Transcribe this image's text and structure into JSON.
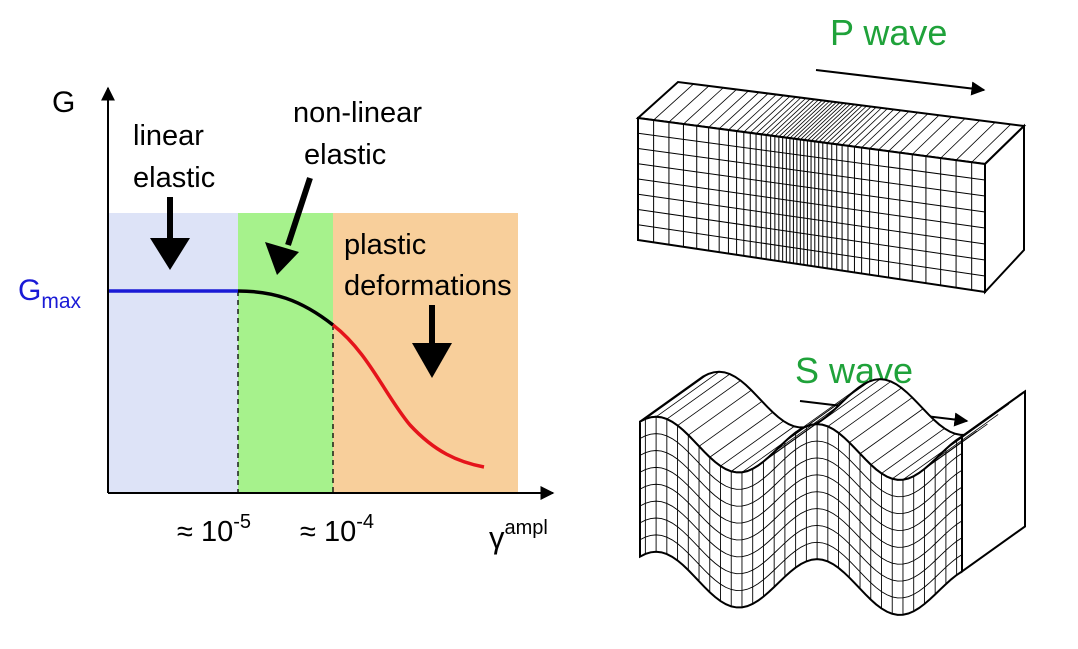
{
  "colors": {
    "linear_region": "#dde3f7",
    "nonlinear_region": "#a6f28c",
    "plastic_region": "#f8cf9b",
    "gmax_line": "#1a1ad6",
    "nonlinear_curve": "#000000",
    "plastic_curve": "#e5141b",
    "wave_title": "#1fa23a"
  },
  "graph": {
    "y_axis_label": "G",
    "gmax_main": "G",
    "gmax_sub": "max",
    "regions": {
      "linear": [
        "linear",
        "elastic"
      ],
      "nonlinear": [
        "non-linear",
        "elastic"
      ],
      "plastic": [
        "plastic",
        "deformations"
      ]
    },
    "ticks": {
      "first": {
        "approx": "≈ 10",
        "exp": "-5"
      },
      "second": {
        "approx": "≈ 10",
        "exp": "-4"
      }
    },
    "x_axis_label": {
      "main": "γ",
      "sup": "ampl"
    }
  },
  "waves": {
    "p_title": "P wave",
    "s_title": "S wave"
  }
}
